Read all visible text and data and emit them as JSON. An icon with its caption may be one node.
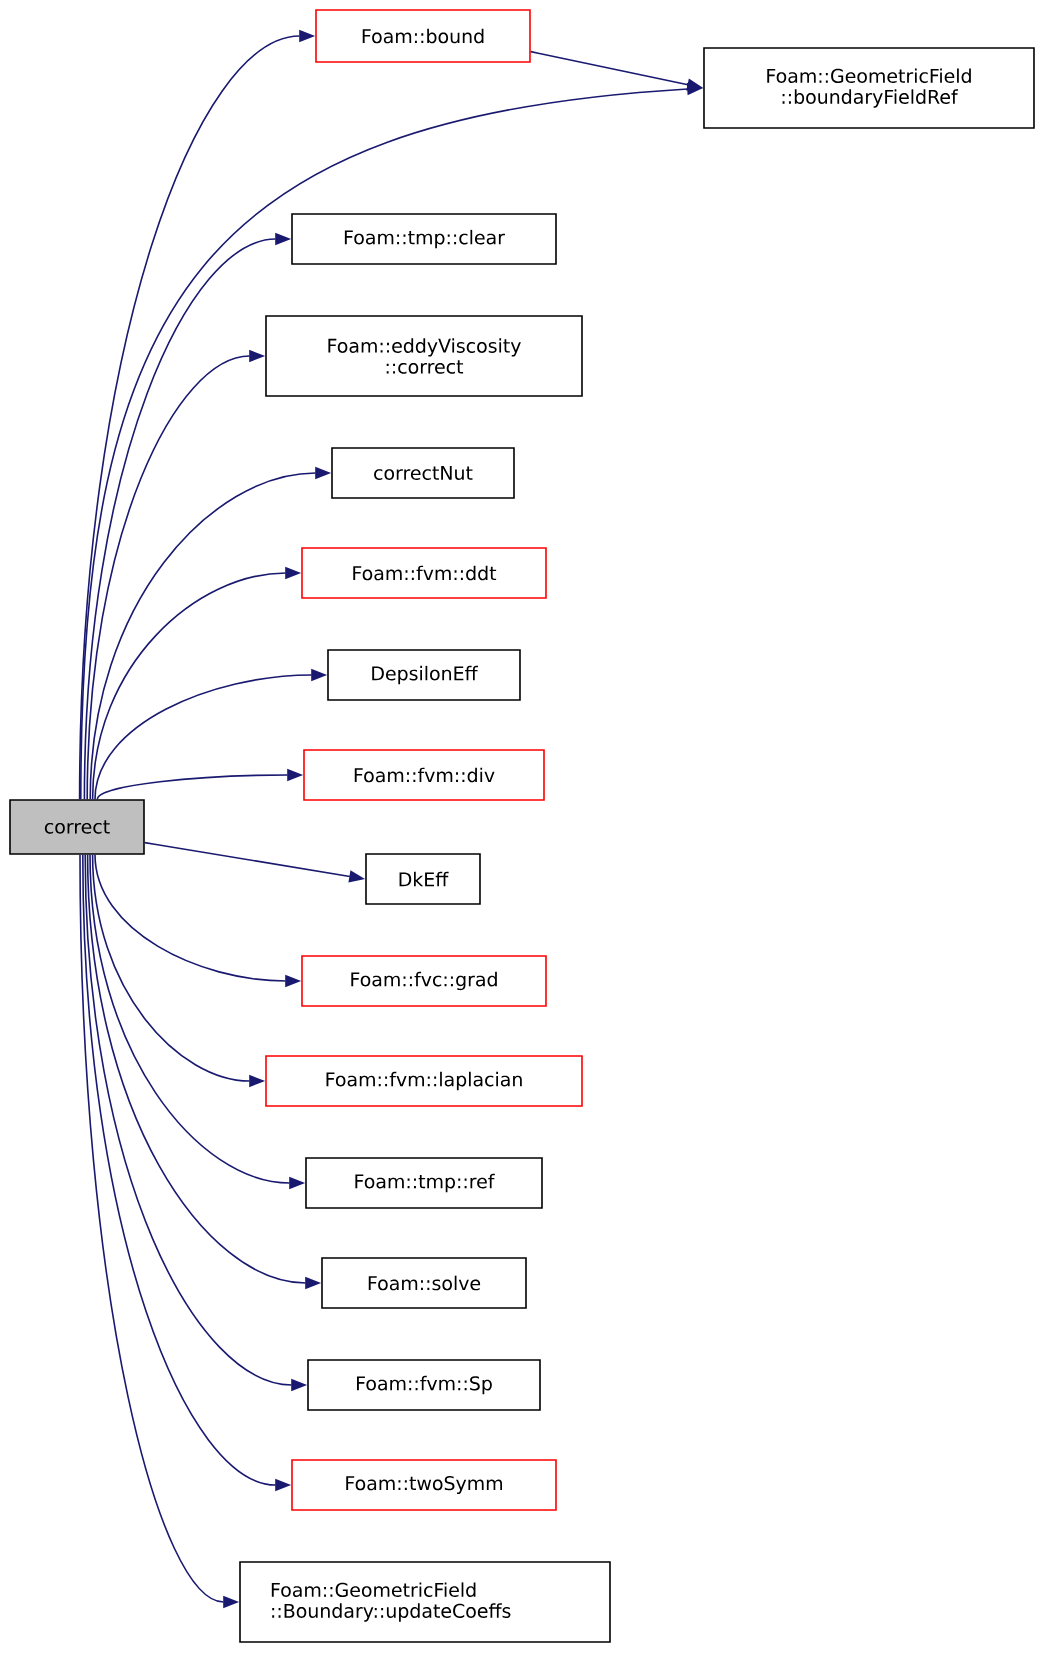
{
  "diagram": {
    "nodes": [
      {
        "text": [
          "correct"
        ]
      },
      {
        "text": [
          "Foam::bound"
        ]
      },
      {
        "text": [
          "Foam::GeometricField ::boundaryFieldRef"
        ]
      },
      {
        "text": [
          "Foam::tmp::clear"
        ]
      },
      {
        "text": [
          "Foam::eddyViscosity ::correct"
        ]
      },
      {
        "text": [
          "correctNut"
        ]
      },
      {
        "text": [
          "Foam::fvm::ddt"
        ]
      },
      {
        "text": [
          "DepsilonEff"
        ]
      },
      {
        "text": [
          "Foam::fvm::div"
        ]
      },
      {
        "text": [
          "DkEff"
        ]
      },
      {
        "text": [
          "Foam::fvc::grad"
        ]
      },
      {
        "text": [
          "Foam::fvm::laplacian"
        ]
      },
      {
        "text": [
          "Foam::tmp::ref"
        ]
      },
      {
        "text": [
          "Foam::solve"
        ]
      },
      {
        "text": [
          "Foam::fvm::Sp"
        ]
      },
      {
        "text": [
          "Foam::twoSymm"
        ]
      },
      {
        "text": [
          "Foam::GeometricField ::Boundary::updateCoeffs"
        ]
      }
    ],
    "edges": [
      {
        "from": 0,
        "to": 1,
        "arrow": "to"
      },
      {
        "from": 0,
        "to": 2,
        "arrow": "to"
      },
      {
        "from": 0,
        "to": 3,
        "arrow": "to"
      },
      {
        "from": 0,
        "to": 4,
        "arrow": "to"
      },
      {
        "from": 0,
        "to": 5,
        "arrow": "to"
      },
      {
        "from": 0,
        "to": 6,
        "arrow": "to"
      },
      {
        "from": 0,
        "to": 7,
        "arrow": "to"
      },
      {
        "from": 0,
        "to": 8,
        "arrow": "to"
      },
      {
        "from": 0,
        "to": 9,
        "arrow": "to"
      },
      {
        "from": 0,
        "to": 10,
        "arrow": "to"
      },
      {
        "from": 0,
        "to": 11,
        "arrow": "to"
      },
      {
        "from": 0,
        "to": 12,
        "arrow": "to"
      },
      {
        "from": 0,
        "to": 13,
        "arrow": "to"
      },
      {
        "from": 0,
        "to": 14,
        "arrow": "to"
      },
      {
        "from": 0,
        "to": 15,
        "arrow": "to"
      },
      {
        "from": 0,
        "to": 16,
        "arrow": "to"
      },
      {
        "from": 1,
        "to": 2,
        "arrow": "to"
      }
    ]
  }
}
